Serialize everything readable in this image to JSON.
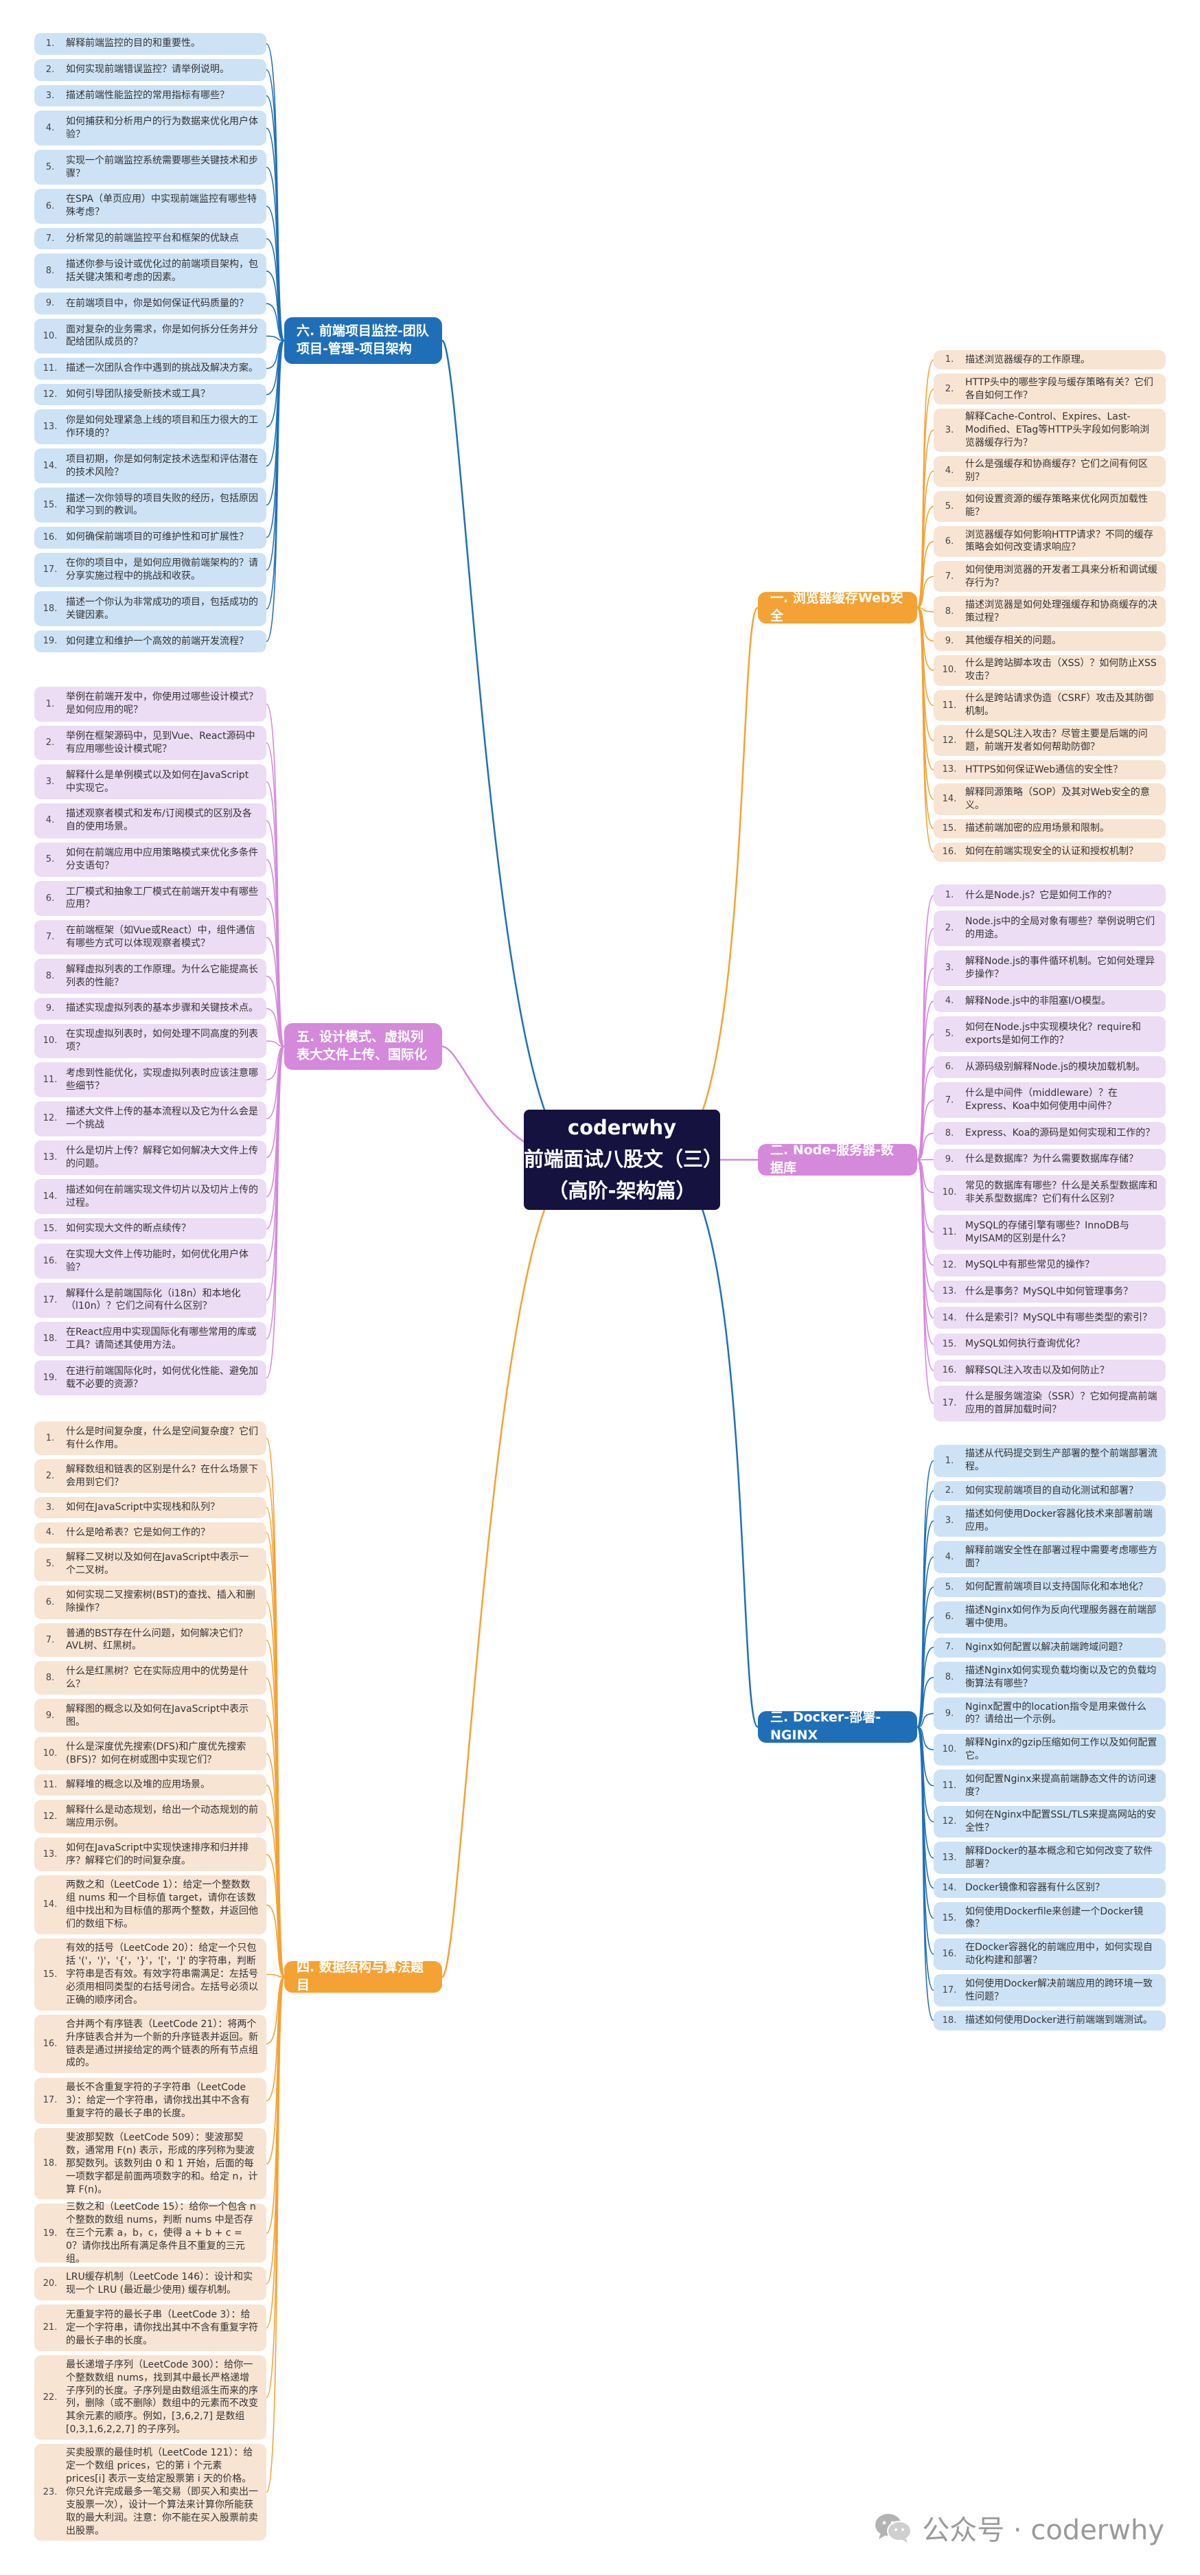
{
  "center": {
    "title": "coderwhy",
    "line2": "前端面试八股文（三）",
    "line3": "（高阶-架构篇）"
  },
  "colors": {
    "blue": "#1f6fb8",
    "orange": "#f4a233",
    "purple": "#d489da",
    "blue_light": "#cde2f5",
    "orange_light": "#f8e4d3",
    "purple_light": "#ecdcf4"
  },
  "watermark": {
    "text": "公众号 · coderwhy",
    "icon": "wechat-icon"
  },
  "branches": [
    {
      "id": "b6",
      "label": "六. 前端项目监控-团队项目-管理-项目架构",
      "color": "blue",
      "items": [
        "解释前端监控的目的和重要性。",
        "如何实现前端错误监控？请举例说明。",
        "描述前端性能监控的常用指标有哪些？",
        "如何捕获和分析用户的行为数据来优化用户体验？",
        "实现一个前端监控系统需要哪些关键技术和步骤？",
        "在SPA（单页应用）中实现前端监控有哪些特殊考虑？",
        "分析常见的前端监控平台和框架的优缺点",
        "描述你参与设计或优化过的前端项目架构，包括关键决策和考虑的因素。",
        "在前端项目中，你是如何保证代码质量的？",
        "面对复杂的业务需求，你是如何拆分任务并分配给团队成员的？",
        "描述一次团队合作中遇到的挑战及解决方案。",
        "如何引导团队接受新技术或工具？",
        "你是如何处理紧急上线的项目和压力很大的工作环境的？",
        "项目初期，你是如何制定技术选型和评估潜在的技术风险？",
        "描述一次你领导的项目失败的经历，包括原因和学习到的教训。",
        "如何确保前端项目的可维护性和可扩展性？",
        "在你的项目中，是如何应用微前端架构的？请分享实施过程中的挑战和收获。",
        "描述一个你认为非常成功的项目，包括成功的关键因素。",
        "如何建立和维护一个高效的前端开发流程？"
      ]
    },
    {
      "id": "b5",
      "label": "五. 设计模式、虚拟列表大文件上传、国际化",
      "color": "purple",
      "items": [
        "举例在前端开发中，你使用过哪些设计模式？是如何应用的呢？",
        "举例在框架源码中，见到Vue、React源码中有应用哪些设计模式呢？",
        "解释什么是单例模式以及如何在JavaScript中实现它。",
        "描述观察者模式和发布/订阅模式的区别及各自的使用场景。",
        "如何在前端应用中应用策略模式来优化多条件分支语句？",
        "工厂模式和抽象工厂模式在前端开发中有哪些应用？",
        "在前端框架（如Vue或React）中，组件通信有哪些方式可以体现观察者模式？",
        "解释虚拟列表的工作原理。为什么它能提高长列表的性能？",
        "描述实现虚拟列表的基本步骤和关键技术点。",
        "在实现虚拟列表时，如何处理不同高度的列表项？",
        "考虑到性能优化，实现虚拟列表时应该注意哪些细节？",
        "描述大文件上传的基本流程以及它为什么会是一个挑战",
        "什么是切片上传？解释它如何解决大文件上传的问题。",
        "描述如何在前端实现文件切片以及切片上传的过程。",
        "如何实现大文件的断点续传？",
        "在实现大文件上传功能时，如何优化用户体验？",
        "解释什么是前端国际化（i18n）和本地化（l10n）？它们之间有什么区别？",
        "在React应用中实现国际化有哪些常用的库或工具？请简述其使用方法。",
        "在进行前端国际化时，如何优化性能、避免加载不必要的资源？"
      ]
    },
    {
      "id": "b4",
      "label": "四. 数据结构与算法题目",
      "color": "orange",
      "items": [
        "什么是时间复杂度，什么是空间复杂度？它们有什么作用。",
        "解释数组和链表的区别是什么？在什么场景下会用到它们？",
        "如何在JavaScript中实现栈和队列？",
        "什么是哈希表？它是如何工作的？",
        "解释二叉树以及如何在JavaScript中表示一个二叉树。",
        "如何实现二叉搜索树(BST)的查找、插入和删除操作？",
        "普通的BST存在什么问题，如何解决它们？AVL树、红黑树。",
        "什么是红黑树？它在实际应用中的优势是什么？",
        "解释图的概念以及如何在JavaScript中表示图。",
        "什么是深度优先搜索(DFS)和广度优先搜索(BFS)？如何在树或图中实现它们？",
        "解释堆的概念以及堆的应用场景。",
        "解释什么是动态规划，给出一个动态规划的前端应用示例。",
        "如何在JavaScript中实现快速排序和归并排序？解释它们的时间复杂度。",
        "两数之和（LeetCode 1）：给定一个整数数组 nums 和一个目标值 target，请你在该数组中找出和为目标值的那两个整数，并返回他们的数组下标。",
        "有效的括号（LeetCode 20）：给定一个只包括 '('，')'，'{'，'}'，'['，']' 的字符串，判断字符串是否有效。有效字符串需满足：左括号必须用相同类型的右括号闭合。左括号必须以正确的顺序闭合。",
        "合并两个有序链表（LeetCode 21）：将两个升序链表合并为一个新的升序链表并返回。新链表是通过拼接给定的两个链表的所有节点组成的。",
        "最长不含重复字符的子字符串（LeetCode 3）：给定一个字符串，请你找出其中不含有重复字符的最长子串的长度。",
        "斐波那契数（LeetCode 509）：斐波那契数，通常用 F(n) 表示，形成的序列称为斐波那契数列。该数列由 0 和 1 开始，后面的每一项数字都是前面两项数字的和。给定 n，计算 F(n)。",
        "三数之和（LeetCode 15）：给你一个包含 n 个整数的数组 nums，判断 nums 中是否存在三个元素 a，b，c，使得 a + b + c = 0？请你找出所有满足条件且不重复的三元组。",
        "LRU缓存机制（LeetCode 146）：设计和实现一个 LRU (最近最少使用) 缓存机制。",
        "无重复字符的最长子串（LeetCode 3）：给定一个字符串，请你找出其中不含有重复字符的最长子串的长度。",
        "最长递增子序列（LeetCode 300）：给你一个整数数组 nums，找到其中最长严格递增子序列的长度。子序列是由数组派生而来的序列，删除（或不删除）数组中的元素而不改变其余元素的顺序。例如，[3,6,2,7] 是数组 [0,3,1,6,2,2,7] 的子序列。",
        "买卖股票的最佳时机（LeetCode 121）：给定一个数组 prices，它的第 i 个元素 prices[i] 表示一支给定股票第 i 天的价格。你只允许完成最多一笔交易（即买入和卖出一支股票一次），设计一个算法来计算你所能获取的最大利润。注意：你不能在买入股票前卖出股票。"
      ]
    },
    {
      "id": "b1",
      "label": "一. 浏览器缓存Web安全",
      "color": "orange",
      "items": [
        "描述浏览器缓存的工作原理。",
        "HTTP头中的哪些字段与缓存策略有关？它们各自如何工作？",
        "解释Cache-Control、Expires、Last-Modified、ETag等HTTP头字段如何影响浏览器缓存行为？",
        "什么是强缓存和协商缓存？它们之间有何区别？",
        "如何设置资源的缓存策略来优化网页加载性能？",
        "浏览器缓存如何影响HTTP请求？不同的缓存策略会如何改变请求响应？",
        "如何使用浏览器的开发者工具来分析和调试缓存行为？",
        "描述浏览器是如何处理强缓存和协商缓存的决策过程？",
        "其他缓存相关的问题。",
        "什么是跨站脚本攻击（XSS）？如何防止XSS攻击？",
        "什么是跨站请求伪造（CSRF）攻击及其防御机制。",
        "什么是SQL注入攻击？尽管主要是后端的问题，前端开发者如何帮助防御？",
        "HTTPS如何保证Web通信的安全性？",
        "解释同源策略（SOP）及其对Web安全的意义。",
        "描述前端加密的应用场景和限制。",
        "如何在前端实现安全的认证和授权机制？"
      ]
    },
    {
      "id": "b2",
      "label": "二. Node-服务器-数据库",
      "color": "purple",
      "items": [
        "什么是Node.js？它是如何工作的？",
        "Node.js中的全局对象有哪些？举例说明它们的用途。",
        "解释Node.js的事件循环机制。它如何处理异步操作？",
        "解释Node.js中的非阻塞I/O模型。",
        "如何在Node.js中实现模块化？require和exports是如何工作的？",
        "从源码级别解释Node.js的模块加载机制。",
        "什么是中间件（middleware）？在Express、Koa中如何使用中间件？",
        "Express、Koa的源码是如何实现和工作的？",
        "什么是数据库？为什么需要数据库存储？",
        "常见的数据库有哪些？什么是关系型数据库和非关系型数据库？它们有什么区别？",
        "MySQL的存储引擎有哪些？InnoDB与MyISAM的区别是什么？",
        "MySQL中有那些常见的操作？",
        "什么是事务？MySQL中如何管理事务？",
        "什么是索引？MySQL中有哪些类型的索引？",
        "MySQL如何执行查询优化？",
        "解释SQL注入攻击以及如何防止？",
        "什么是服务端渲染（SSR）？它如何提高前端应用的首屏加载时间？"
      ]
    },
    {
      "id": "b3",
      "label": "三. Docker-部署-NGINX",
      "color": "blue",
      "items": [
        "描述从代码提交到生产部署的整个前端部署流程。",
        "如何实现前端项目的自动化测试和部署？",
        "描述如何使用Docker容器化技术来部署前端应用。",
        "解释前端安全性在部署过程中需要考虑哪些方面？",
        "如何配置前端项目以支持国际化和本地化？",
        "描述Nginx如何作为反向代理服务器在前端部署中使用。",
        "Nginx如何配置以解决前端跨域问题？",
        "描述Nginx如何实现负载均衡以及它的负载均衡算法有哪些？",
        "Nginx配置中的location指令是用来做什么的？请给出一个示例。",
        "解释Nginx的gzip压缩如何工作以及如何配置它。",
        "如何配置Nginx来提高前端静态文件的访问速度？",
        "如何在Nginx中配置SSL/TLS来提高网站的安全性？",
        "解释Docker的基本概念和它如何改变了软件部署？",
        "Docker镜像和容器有什么区别？",
        "如何使用Dockerfile来创建一个Docker镜像？",
        "在Docker容器化的前端应用中，如何实现自动化构建和部署？",
        "如何使用Docker解决前端应用的跨环境一致性问题？",
        "描述如何使用Docker进行前端端到端测试。"
      ]
    }
  ]
}
